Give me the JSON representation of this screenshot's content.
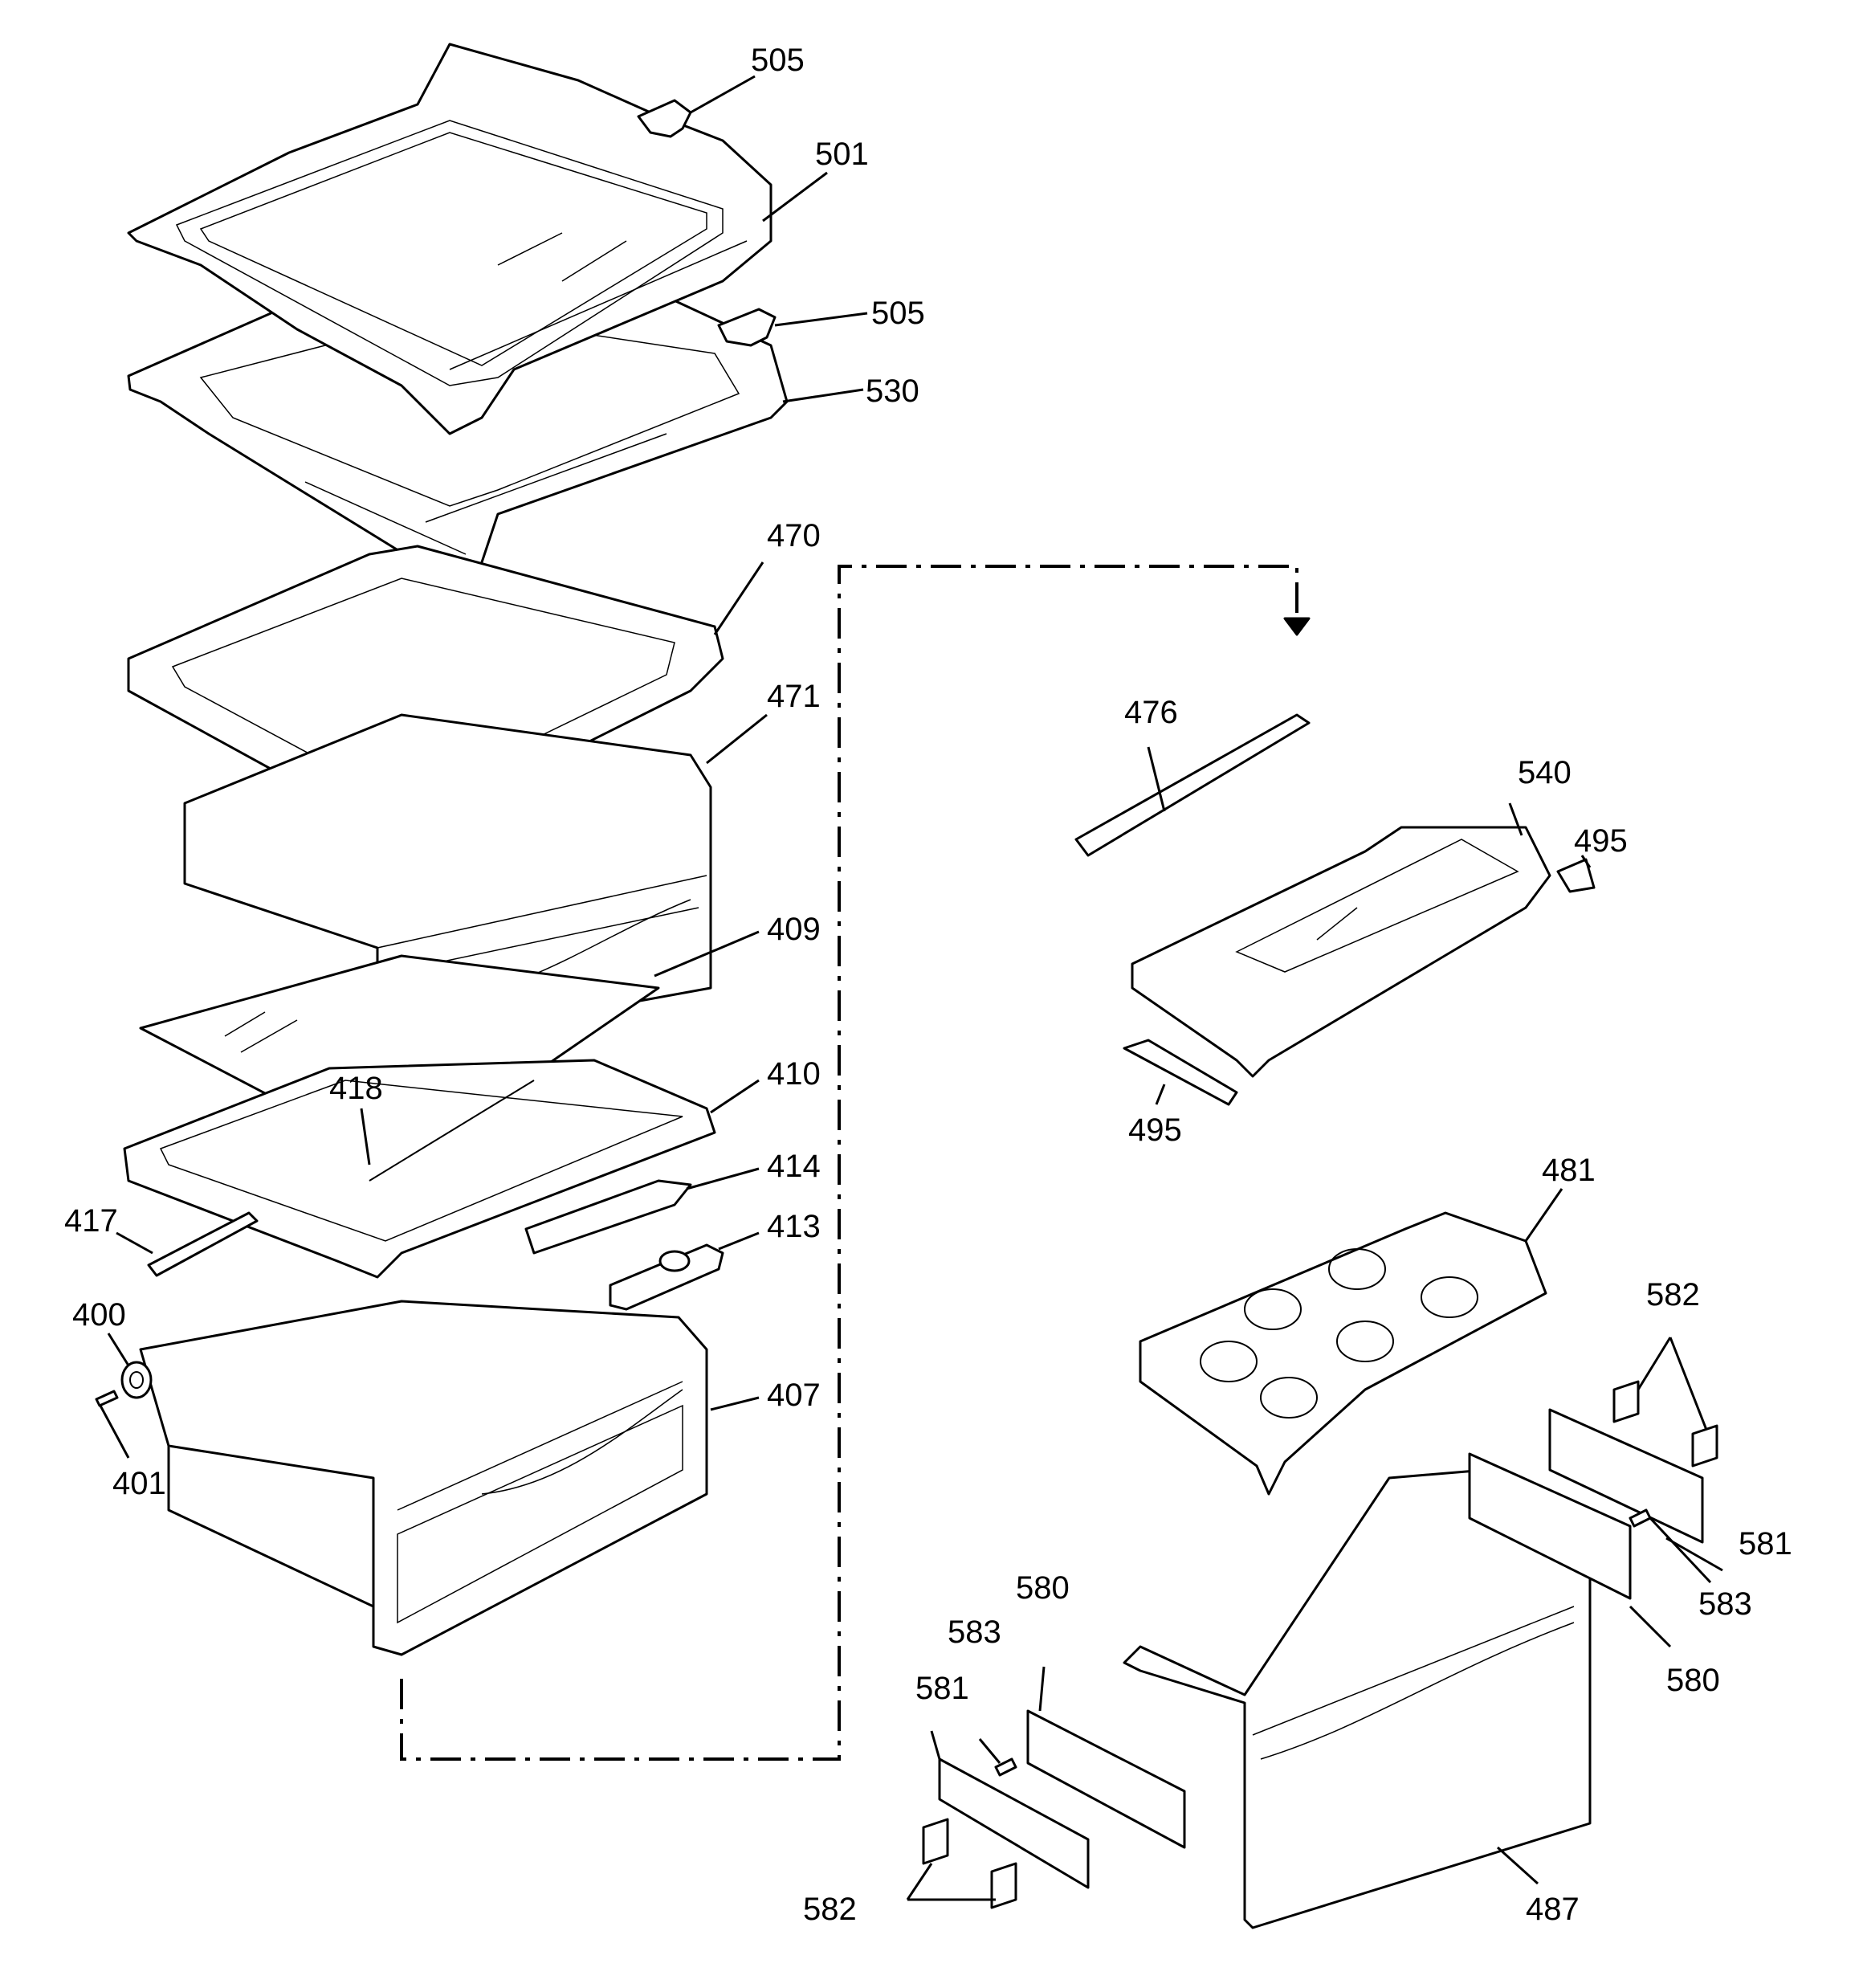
{
  "diagram": {
    "callouts": [
      {
        "id": "c505a",
        "label": "505"
      },
      {
        "id": "c501",
        "label": "501"
      },
      {
        "id": "c505b",
        "label": "505"
      },
      {
        "id": "c530",
        "label": "530"
      },
      {
        "id": "c470",
        "label": "470"
      },
      {
        "id": "c471",
        "label": "471"
      },
      {
        "id": "c409",
        "label": "409"
      },
      {
        "id": "c418",
        "label": "418"
      },
      {
        "id": "c410",
        "label": "410"
      },
      {
        "id": "c414",
        "label": "414"
      },
      {
        "id": "c417",
        "label": "417"
      },
      {
        "id": "c413",
        "label": "413"
      },
      {
        "id": "c400",
        "label": "400"
      },
      {
        "id": "c407",
        "label": "407"
      },
      {
        "id": "c401",
        "label": "401"
      },
      {
        "id": "c476",
        "label": "476"
      },
      {
        "id": "c540",
        "label": "540"
      },
      {
        "id": "c495a",
        "label": "495"
      },
      {
        "id": "c495b",
        "label": "495"
      },
      {
        "id": "c481",
        "label": "481"
      },
      {
        "id": "c582a",
        "label": "582"
      },
      {
        "id": "c581a",
        "label": "581"
      },
      {
        "id": "c583a",
        "label": "583"
      },
      {
        "id": "c580a",
        "label": "580"
      },
      {
        "id": "c580b",
        "label": "580"
      },
      {
        "id": "c583b",
        "label": "583"
      },
      {
        "id": "c581b",
        "label": "581"
      },
      {
        "id": "c487",
        "label": "487"
      },
      {
        "id": "c582b",
        "label": "582"
      }
    ]
  }
}
